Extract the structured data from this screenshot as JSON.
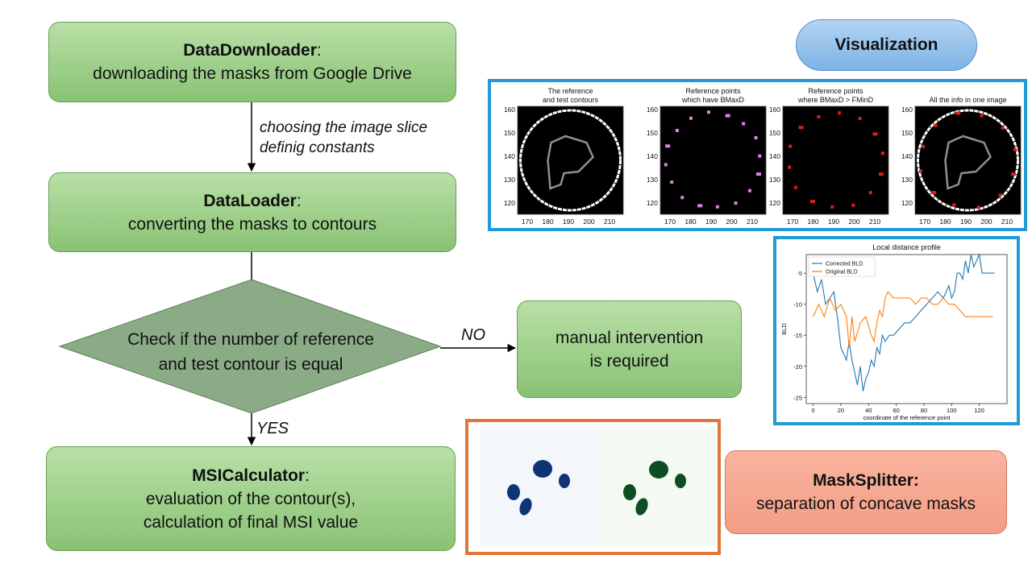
{
  "flow": {
    "downloader": {
      "name": "DataDownloader",
      "colon": ":",
      "desc": "downloading the masks from Google Drive"
    },
    "note1": {
      "line1": "choosing the image slice",
      "line2": "definig constants"
    },
    "loader": {
      "name": "DataLoader",
      "colon": ":",
      "desc": "converting the masks to contours"
    },
    "decision": {
      "line1": "Check if the number of reference",
      "line2": "and test contour is equal"
    },
    "no_label": "NO",
    "manual": {
      "line1": "manual intervention",
      "line2": "is required"
    },
    "yes_label": "YES",
    "msi": {
      "name": "MSICalculator",
      "colon": ":",
      "line1": "evaluation of the contour(s),",
      "line2": "calculation of final MSI value"
    }
  },
  "visualization": {
    "label": "Visualization"
  },
  "masksplitter": {
    "name": "MaskSplitter:",
    "desc": "separation of concave masks"
  },
  "panels": {
    "titles": [
      [
        "The reference",
        "and test contours"
      ],
      [
        "Reference points",
        "which have BMaxD"
      ],
      [
        "Reference points",
        "where BMaxD > FMinD"
      ],
      [
        "All the info in one image"
      ]
    ],
    "x_ticks": [
      "170",
      "180",
      "190",
      "200",
      "210"
    ],
    "y_ticks": [
      "160",
      "150",
      "140",
      "130",
      "120"
    ]
  },
  "chart_data": {
    "type": "line",
    "title": "Local distance profile",
    "xlabel": "coordinate of the reference point",
    "ylabel": "BLD",
    "xlim": [
      -5,
      140
    ],
    "ylim": [
      -26,
      -2
    ],
    "x_ticks": [
      0,
      20,
      40,
      60,
      80,
      100,
      120
    ],
    "y_ticks": [
      -5,
      -10,
      -15,
      -20,
      -25
    ],
    "legend_position": "top-left",
    "series": [
      {
        "name": "Corrected BLD",
        "color": "#1f77b4",
        "x": [
          0,
          3,
          6,
          9,
          12,
          15,
          18,
          20,
          22,
          24,
          26,
          28,
          30,
          32,
          34,
          36,
          38,
          40,
          42,
          44,
          46,
          48,
          50,
          52,
          55,
          58,
          62,
          66,
          70,
          74,
          78,
          82,
          86,
          90,
          94,
          98,
          100,
          102,
          104,
          106,
          108,
          110,
          112,
          114,
          116,
          118,
          120,
          122,
          125,
          128,
          131
        ],
        "y": [
          -5,
          -8,
          -6,
          -10,
          -9,
          -8,
          -13,
          -17,
          -18,
          -19,
          -16,
          -19,
          -21,
          -23,
          -20,
          -24,
          -22,
          -21,
          -19,
          -20,
          -17,
          -18,
          -15,
          -16,
          -15,
          -15,
          -14,
          -13,
          -13,
          -12,
          -11,
          -10,
          -9,
          -8,
          -9,
          -7,
          -9,
          -8,
          -5,
          -5,
          -6,
          -3,
          -5,
          -2,
          -4,
          -3,
          -2,
          -5,
          -5,
          -5,
          -5
        ]
      },
      {
        "name": "Original BLD",
        "color": "#ff7f0e",
        "x": [
          0,
          4,
          8,
          12,
          16,
          20,
          24,
          26,
          28,
          30,
          34,
          38,
          42,
          44,
          46,
          48,
          50,
          52,
          54,
          58,
          62,
          66,
          70,
          74,
          78,
          82,
          86,
          90,
          94,
          98,
          102,
          106,
          110,
          114,
          118,
          122,
          126,
          130
        ],
        "y": [
          -12,
          -10,
          -12,
          -9,
          -11,
          -10,
          -12,
          -17,
          -12,
          -16,
          -13,
          -12,
          -15,
          -16,
          -13,
          -11,
          -12,
          -9,
          -8,
          -9,
          -9,
          -9,
          -9,
          -10,
          -9,
          -9,
          -10,
          -10,
          -9,
          -10,
          -10,
          -11,
          -12,
          -12,
          -12,
          -12,
          -12,
          -12
        ]
      }
    ]
  }
}
